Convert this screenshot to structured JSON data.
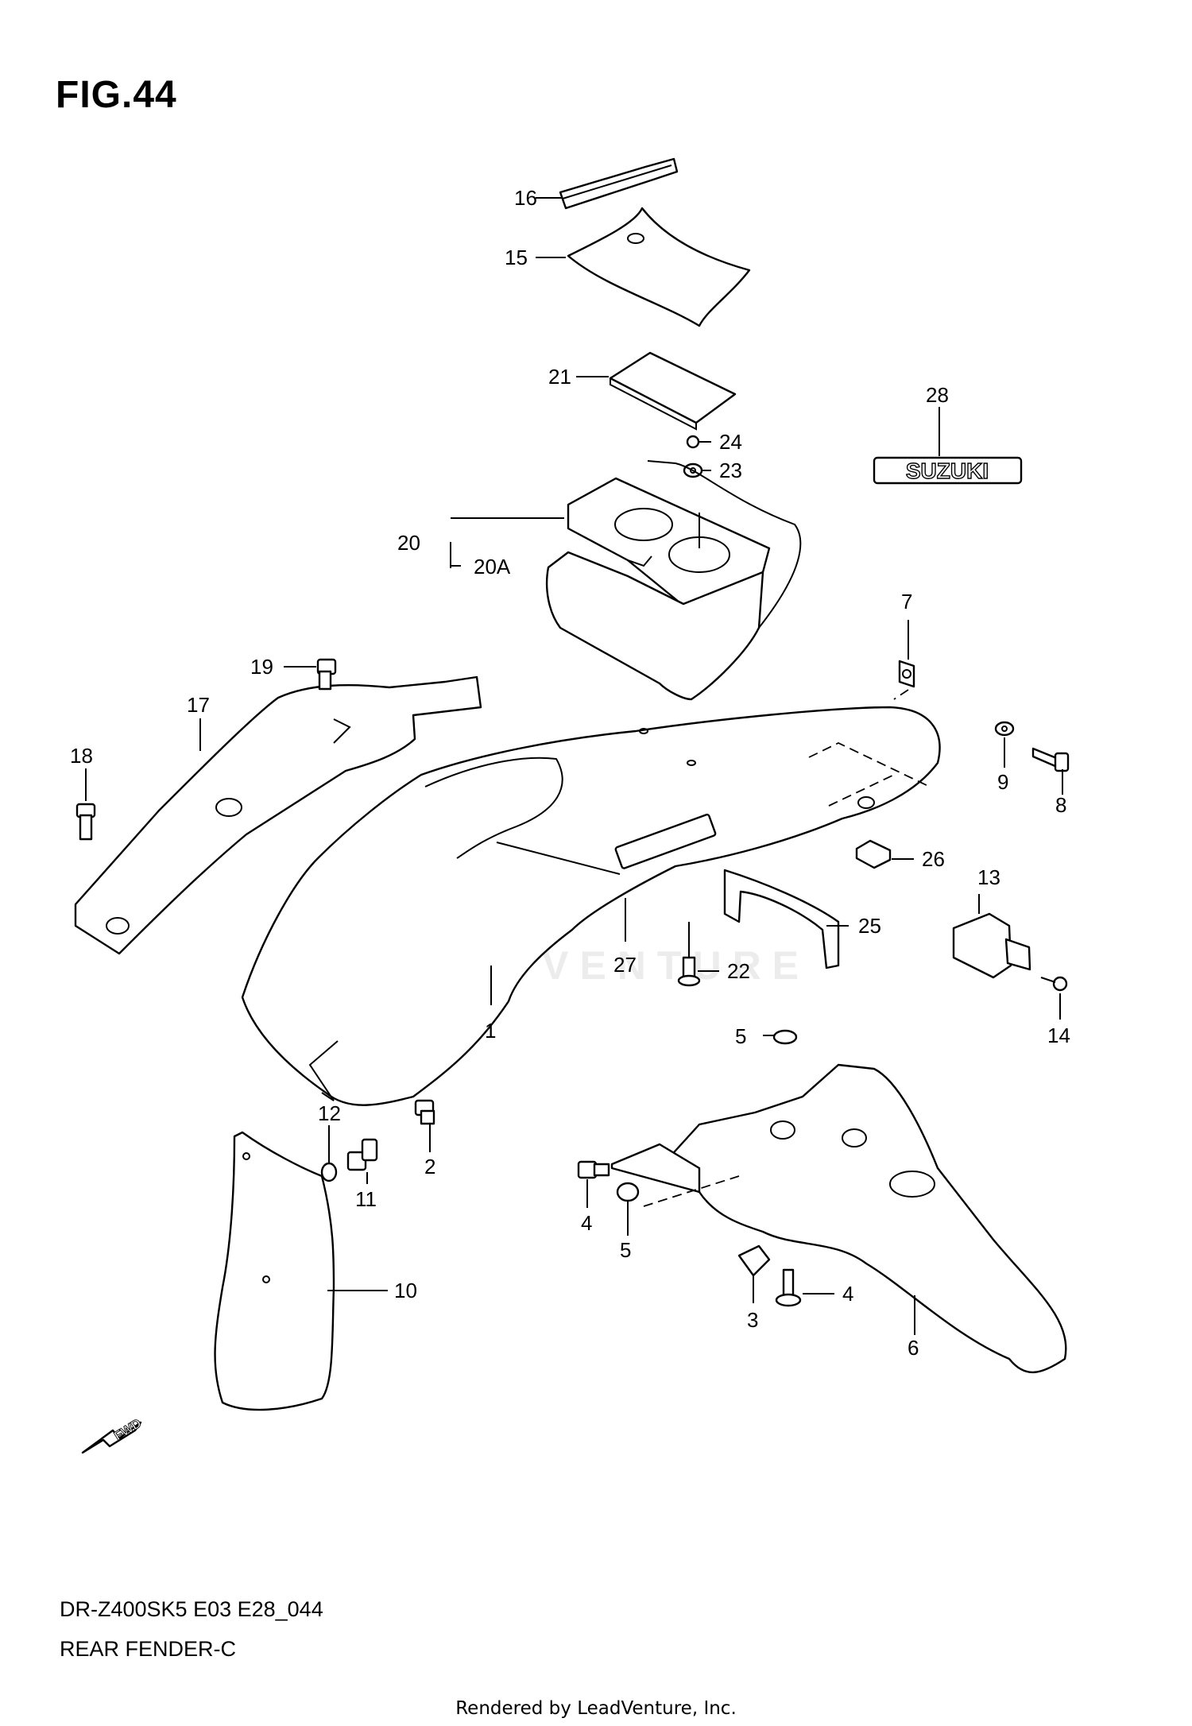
{
  "figure": {
    "title": "FIG.44"
  },
  "footer": {
    "model_code": "DR-Z400SK5 E03 E28_044",
    "section_name": "REAR FENDER-C",
    "rendered_by": "Rendered by LeadVenture, Inc."
  },
  "watermark": {
    "text": "LEADVENTURE"
  },
  "emblem": {
    "text": "SUZUKI"
  },
  "fwd_arrow": {
    "text": "FWD"
  },
  "callouts": [
    {
      "id": "16",
      "label": "16"
    },
    {
      "id": "15",
      "label": "15"
    },
    {
      "id": "21",
      "label": "21"
    },
    {
      "id": "28",
      "label": "28"
    },
    {
      "id": "24",
      "label": "24"
    },
    {
      "id": "23",
      "label": "23"
    },
    {
      "id": "20",
      "label": "20"
    },
    {
      "id": "20A",
      "label": "20A"
    },
    {
      "id": "7",
      "label": "7"
    },
    {
      "id": "19",
      "label": "19"
    },
    {
      "id": "17",
      "label": "17"
    },
    {
      "id": "18",
      "label": "18"
    },
    {
      "id": "9",
      "label": "9"
    },
    {
      "id": "8",
      "label": "8"
    },
    {
      "id": "26",
      "label": "26"
    },
    {
      "id": "13",
      "label": "13"
    },
    {
      "id": "25",
      "label": "25"
    },
    {
      "id": "27",
      "label": "27"
    },
    {
      "id": "22",
      "label": "22"
    },
    {
      "id": "14",
      "label": "14"
    },
    {
      "id": "1",
      "label": "1"
    },
    {
      "id": "5a",
      "label": "5"
    },
    {
      "id": "12",
      "label": "12"
    },
    {
      "id": "11",
      "label": "11"
    },
    {
      "id": "2",
      "label": "2"
    },
    {
      "id": "4a",
      "label": "4"
    },
    {
      "id": "5b",
      "label": "5"
    },
    {
      "id": "10",
      "label": "10"
    },
    {
      "id": "4b",
      "label": "4"
    },
    {
      "id": "3",
      "label": "3"
    },
    {
      "id": "6",
      "label": "6"
    }
  ]
}
